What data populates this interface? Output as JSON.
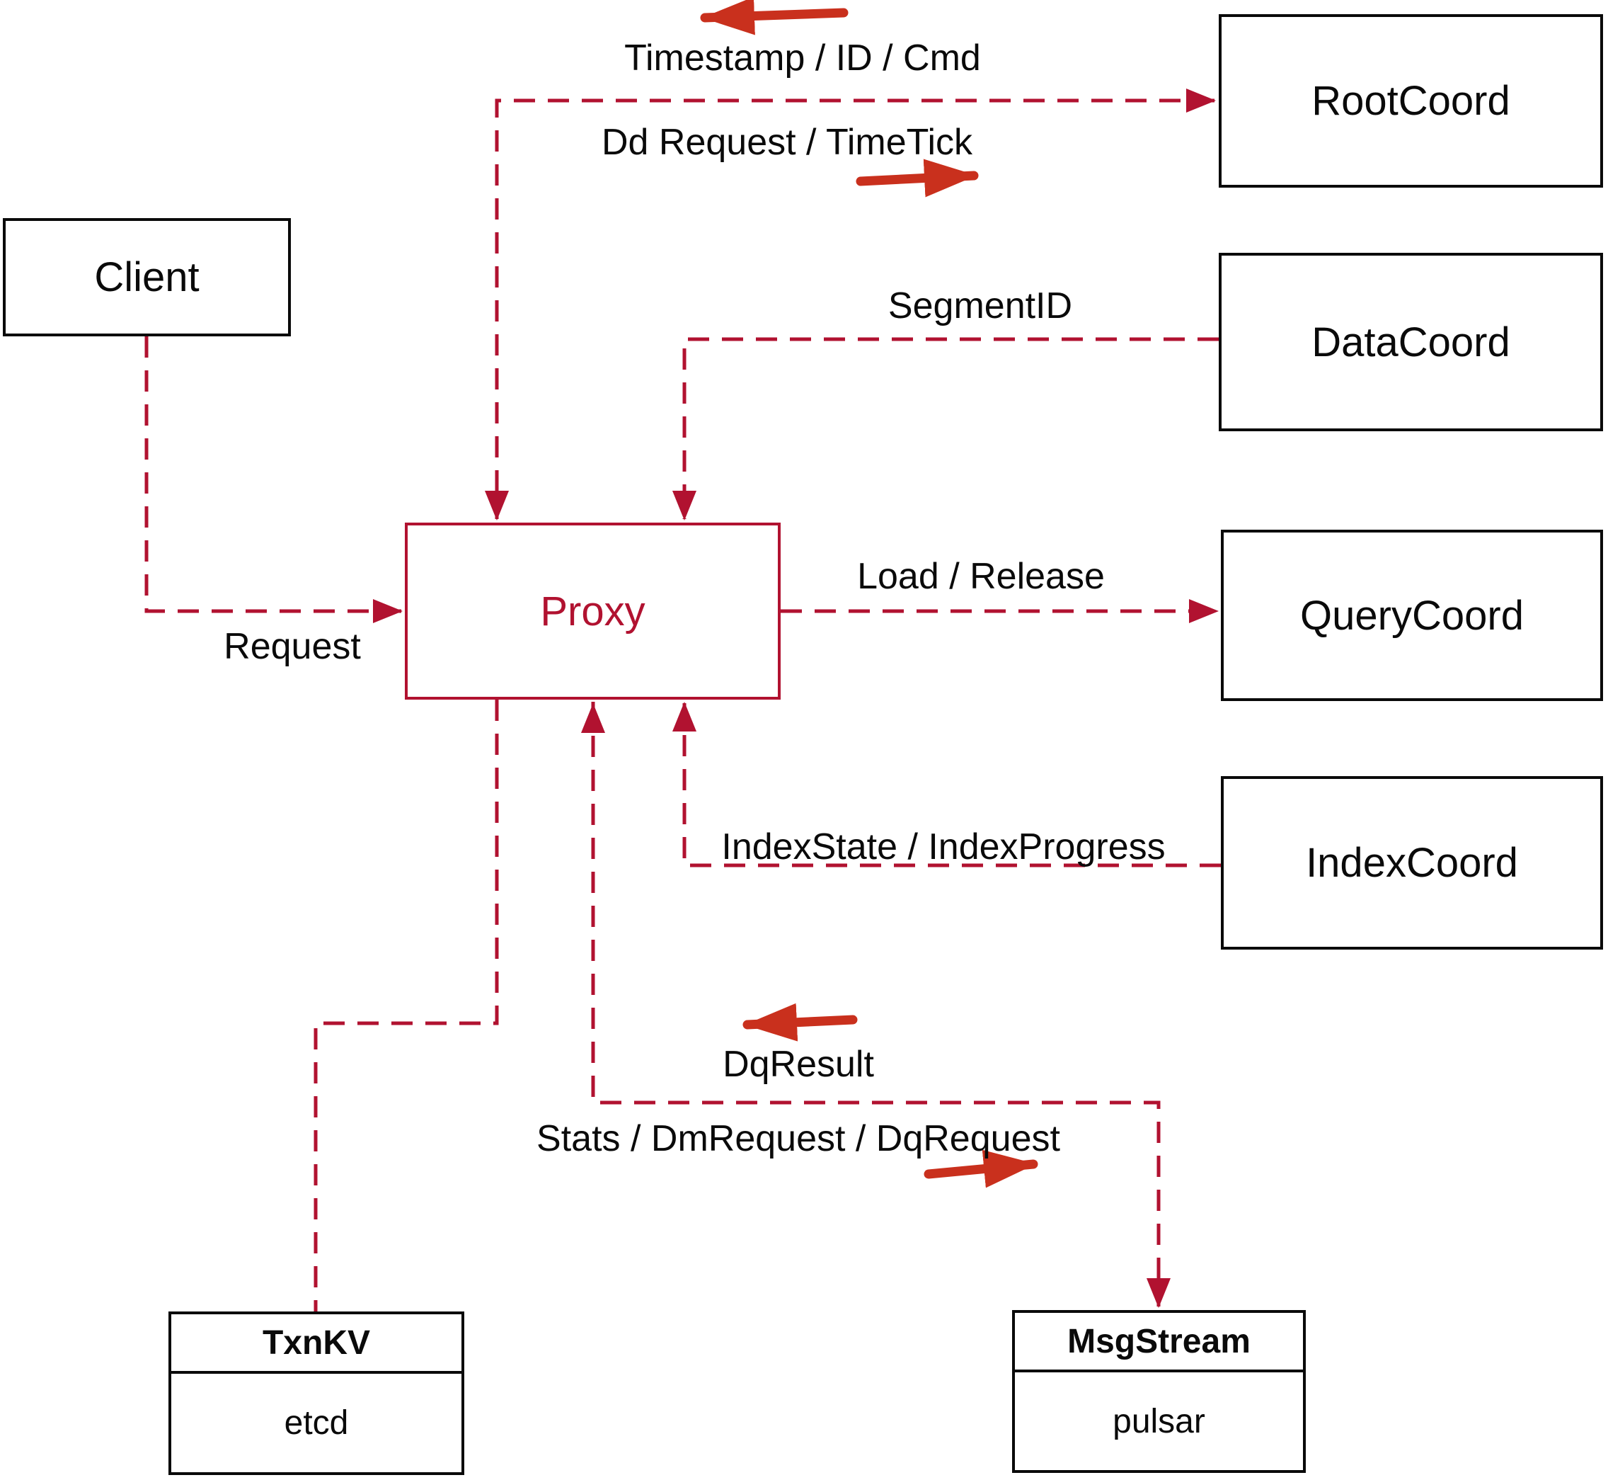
{
  "diagram": {
    "background": "#ffffff",
    "colors": {
      "dashed_line": "#b11230",
      "flow_arrow": "#c9301d",
      "box_border": "#0a0a0a",
      "proxy_accent": "#b11230",
      "text": "#0a0a0a"
    },
    "nodes": {
      "client": {
        "label": "Client"
      },
      "root_coord": {
        "label": "RootCoord"
      },
      "data_coord": {
        "label": "DataCoord"
      },
      "query_coord": {
        "label": "QueryCoord"
      },
      "index_coord": {
        "label": "IndexCoord"
      },
      "proxy": {
        "label": "Proxy"
      },
      "txn_kv": {
        "title": "TxnKV",
        "subtitle": "etcd"
      },
      "msg_stream": {
        "title": "MsgStream",
        "subtitle": "pulsar"
      }
    },
    "labels": {
      "timestamp": "Timestamp / ID / Cmd",
      "dd_request": "Dd Request / TimeTick",
      "segment_id": "SegmentID",
      "request": "Request",
      "load_release": "Load / Release",
      "index_state": "IndexState / IndexProgress",
      "dq_result": "DqResult",
      "stats": "Stats / DmRequest / DqRequest"
    }
  }
}
